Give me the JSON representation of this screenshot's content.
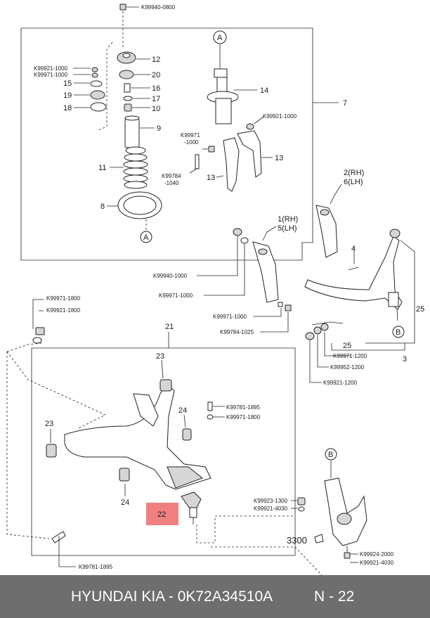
{
  "footer": {
    "left_text": "HYUNDAI KIA - 0K72A34510A",
    "right_text": "N - 22"
  },
  "callouts": {
    "circle_a_top": "A",
    "circle_a_bottom": "A",
    "circle_b_right": "B",
    "circle_b_knuckle": "B"
  },
  "labels": {
    "p_k99940_0800": "K99940-0800",
    "n12": "12",
    "n20": "20",
    "n16": "16",
    "n17": "17",
    "n10": "10",
    "n9": "9",
    "n11": "11",
    "n8": "8",
    "n15": "15",
    "n19": "19",
    "n18": "18",
    "p_k99921_1000_l": "K99921-1000",
    "p_k99971_1000_l": "K99971-1000",
    "n14": "14",
    "n7": "7",
    "p_k99921_1000_r": "K99921-1000",
    "p_k99971_a": "K99971",
    "p_1000_a": "-1000",
    "n13a": "13",
    "n13b": "13",
    "p_k99784": "K99784",
    "p_1040": "-1040",
    "n2rh": "2(RH)",
    "n6lh": "6(LH)",
    "n1rh": "1(RH)",
    "n5lh": "5(LH)",
    "n4": "4",
    "p_k99940_1000": "K99940-1000",
    "p_k99971_1000_m": "K99971-1000",
    "p_k99971_1000_n": "K99971-1000",
    "p_k99784_1025": "K99784-1025",
    "n25a": "25",
    "n25b": "25",
    "n3": "3",
    "p_k99971_1200": "K99971-1200",
    "p_k99952_1200": "K99952-1200",
    "p_k99921_1200": "K99921-1200",
    "p_k99971_1800": "K99971-1800",
    "p_k99921_1800": "K99921-1800",
    "n21": "21",
    "n23a": "23",
    "n23b": "23",
    "n24a": "24",
    "n24b": "24",
    "p_k99781_1895_a": "K99781-1895",
    "p_k99971_1800_b": "K99971-1800",
    "n22": "22",
    "p_k99781_1895_b": "K99781-1895",
    "p_k99923_1300": "K99923-1300",
    "p_k99921_4030_a": "K99921-4030",
    "n3300": "3300",
    "p_k99924_2000": "K99924-2000",
    "p_k99921_4030_b": "K99921-4030"
  },
  "colors": {
    "footer_bg": "#6e6e6e",
    "highlight_22": "#f08080"
  }
}
